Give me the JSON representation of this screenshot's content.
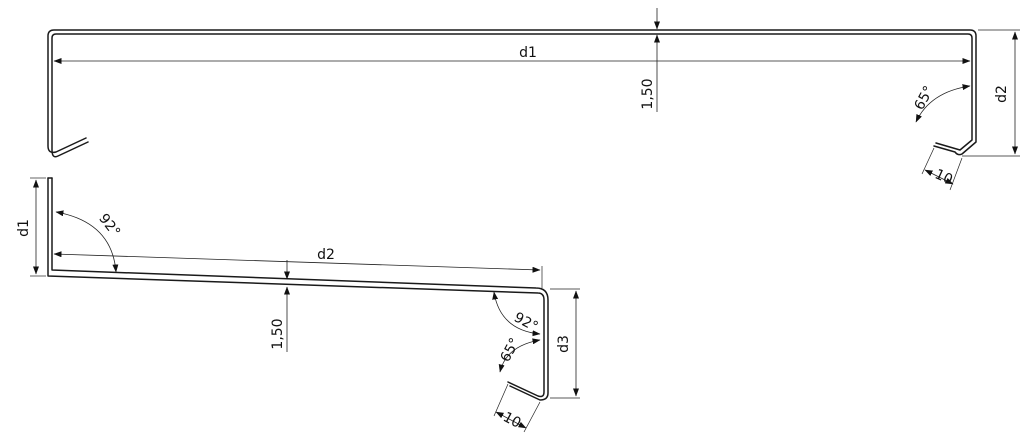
{
  "profile_top": {
    "length_label": "d1",
    "height_label": "d2",
    "thickness_label": "1,50",
    "angle_label": "65°",
    "hem_label": "10"
  },
  "profile_bottom": {
    "left_leg_label": "d1",
    "length_label": "d2",
    "right_leg_label": "d3",
    "thickness_label": "1,50",
    "angle_left_label": "92°",
    "angle_right_label": "92°",
    "angle_hem_label": "65°",
    "hem_label": "10"
  }
}
